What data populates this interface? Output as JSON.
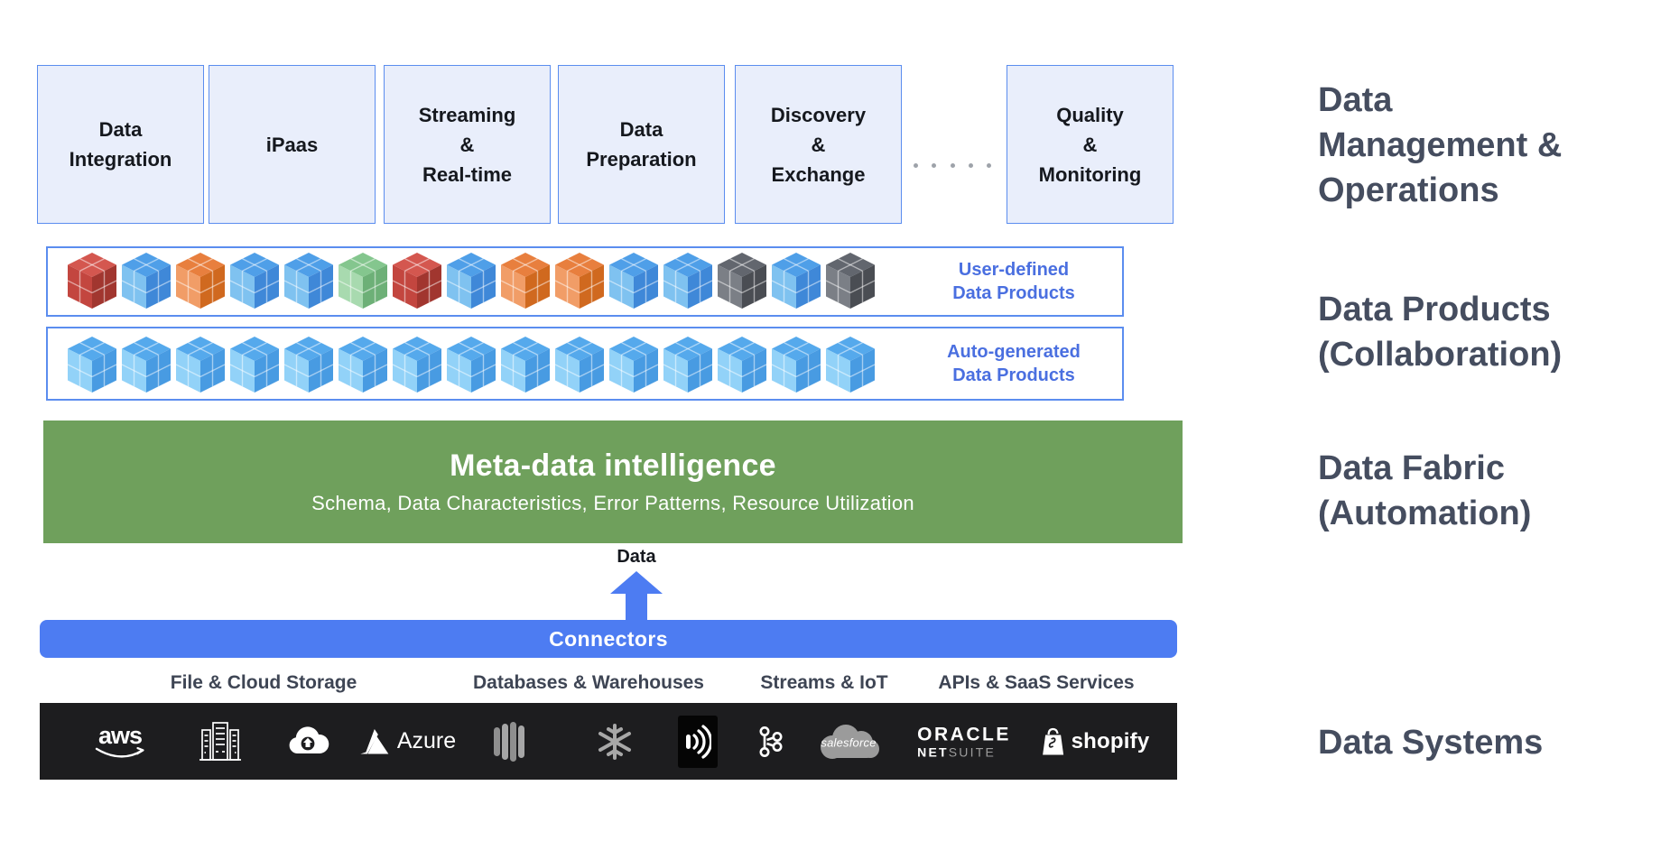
{
  "top_boxes": [
    {
      "lines": [
        "Data",
        "Integration"
      ]
    },
    {
      "lines": [
        "iPaas"
      ]
    },
    {
      "lines": [
        "Streaming",
        "&",
        "Real-time"
      ]
    },
    {
      "lines": [
        "Data",
        "Preparation"
      ]
    },
    {
      "lines": [
        "Discovery",
        "&",
        "Exchange"
      ]
    },
    {
      "lines": [
        "Quality",
        "&",
        "Monitoring"
      ]
    }
  ],
  "product_rows": [
    {
      "label_lines": [
        "User-defined",
        "Data Products"
      ],
      "cubes": [
        "red",
        "blue",
        "orange",
        "blue",
        "blue",
        "green",
        "red",
        "blue",
        "orange",
        "orange",
        "blue",
        "blue",
        "gray",
        "blue",
        "gray"
      ]
    },
    {
      "label_lines": [
        "Auto-generated",
        "Data Products"
      ],
      "cubes": [
        "blue2",
        "blue2",
        "blue2",
        "blue2",
        "blue2",
        "blue2",
        "blue2",
        "blue2",
        "blue2",
        "blue2",
        "blue2",
        "blue2",
        "blue2",
        "blue2",
        "blue2"
      ]
    }
  ],
  "cube_palette": {
    "red": {
      "t": "#D4574F",
      "l": "#C3463F",
      "r": "#A1362F"
    },
    "blue": {
      "t": "#4F9FE8",
      "l": "#7FC2F0",
      "r": "#3F88D8"
    },
    "blue2": {
      "t": "#55A9EC",
      "l": "#92D2F8",
      "r": "#489BE2"
    },
    "orange": {
      "t": "#E87F3E",
      "l": "#F19D67",
      "r": "#D0691F"
    },
    "green": {
      "t": "#84C68E",
      "l": "#A8DAAF",
      "r": "#6DB077"
    },
    "gray": {
      "t": "#62666E",
      "l": "#7B7F86",
      "r": "#4A4D53"
    }
  },
  "fabric": {
    "title": "Meta-data intelligence",
    "subtitle": "Schema, Data Characteristics, Error Patterns, Resource Utilization"
  },
  "data_flow": {
    "label": "Data"
  },
  "connectors": {
    "label": "Connectors"
  },
  "categories": [
    "File & Cloud Storage",
    "Databases & Warehouses",
    "Streams & IoT",
    "APIs & SaaS Services"
  ],
  "systems": {
    "aws": "aws",
    "azure": "Azure",
    "salesforce": "salesforce",
    "oracle": "ORACLE",
    "netsuite_a": "NET",
    "netsuite_b": "SUITE",
    "shopify": "shopify",
    "icons": [
      "aws-logo",
      "server-rack-icon",
      "google-cloud-icon",
      "azure-logo",
      "database-columns-icon",
      "snowflake-logo",
      "stream-wave-icon",
      "kafka-logo",
      "salesforce-cloud-logo",
      "oracle-netsuite-logo",
      "shopify-logo"
    ]
  },
  "right_labels": [
    {
      "lines": [
        "Data",
        "Management &",
        "Operations"
      ]
    },
    {
      "lines": [
        "Data Products",
        "(Collaboration)"
      ]
    },
    {
      "lines": [
        "Data Fabric",
        "(Automation)"
      ]
    },
    {
      "lines": [
        "Data Systems"
      ]
    }
  ],
  "colors": {
    "box_fill": "#E9EEFB",
    "box_border": "#5B8DEF",
    "accent_blue": "#4A6FE0",
    "green": "#6FA05C",
    "connector_blue": "#4D7CF2",
    "bar_black": "#1D1D1F",
    "heading": "#454D5F",
    "label_dark": "#15181E"
  }
}
